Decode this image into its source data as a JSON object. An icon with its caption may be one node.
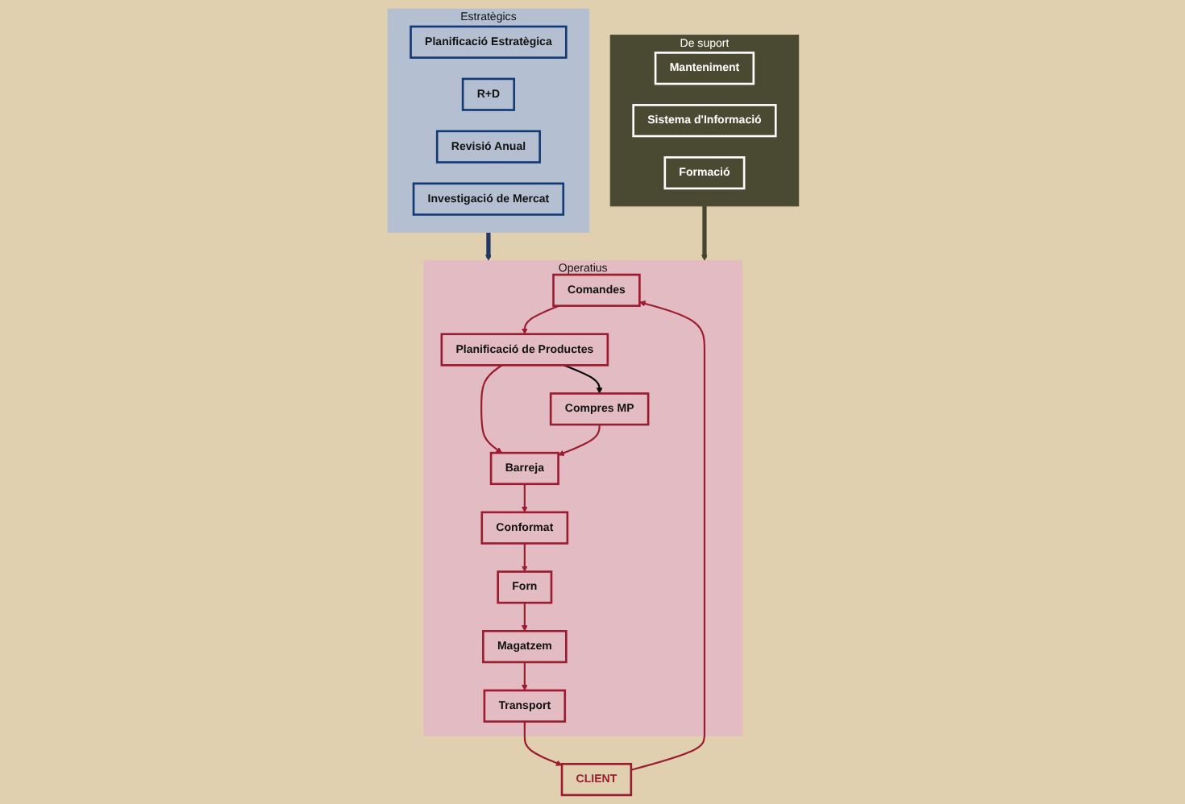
{
  "diagram": {
    "nodes": [
      {
        "text": [
          "Estratègics"
        ]
      },
      {
        "text": [
          "Planificació Estratègica"
        ],
        "in": 0
      },
      {
        "text": [
          "R+D"
        ],
        "in": 0
      },
      {
        "text": [
          "Revisió Anual"
        ],
        "in": 0
      },
      {
        "text": [
          "Investigació de Mercat"
        ],
        "in": 0
      },
      {
        "text": [
          "Operatius"
        ]
      },
      {
        "text": [
          "Comandes"
        ],
        "in": 5
      },
      {
        "text": [
          "Planificació de Productes"
        ],
        "in": 5
      },
      {
        "text": [
          "Barreja"
        ],
        "in": 5
      },
      {
        "text": [
          "Conformat"
        ],
        "in": 5
      },
      {
        "text": [
          "Transport"
        ],
        "in": 5
      },
      {
        "text": [
          "Compres MP"
        ],
        "in": 5
      },
      {
        "text": [
          "Forn"
        ],
        "in": 5
      },
      {
        "text": [
          "Magatzem"
        ],
        "in": 5
      },
      {
        "text": [
          "De suport"
        ]
      },
      {
        "text": [
          "Manteniment"
        ],
        "in": 14
      },
      {
        "text": [
          "Sistema d'Informació"
        ],
        "in": 14
      },
      {
        "text": [
          "Formació"
        ],
        "in": 14
      },
      {
        "text": [
          "CLIENT"
        ]
      }
    ],
    "edges": [
      {
        "from": 0,
        "to": 5,
        "arrow": "to",
        "style": "thick",
        "color": "#1f3a68"
      },
      {
        "from": 14,
        "to": 5,
        "arrow": "to",
        "style": "thick",
        "color": "#464530"
      },
      {
        "from": 6,
        "to": 7,
        "arrow": "to"
      },
      {
        "from": 7,
        "to": 8,
        "arrow": "to"
      },
      {
        "from": 7,
        "to": 11,
        "arrow": "to",
        "color": "#000000"
      },
      {
        "from": 11,
        "to": 8,
        "arrow": "to"
      },
      {
        "from": 8,
        "to": 9,
        "arrow": "to"
      },
      {
        "from": 9,
        "to": 12,
        "arrow": "to"
      },
      {
        "from": 12,
        "to": 13,
        "arrow": "to"
      },
      {
        "from": 13,
        "to": 10,
        "arrow": "to"
      },
      {
        "from": 10,
        "to": 18,
        "arrow": "to"
      },
      {
        "from": 18,
        "to": 6,
        "arrow": "to"
      }
    ]
  }
}
